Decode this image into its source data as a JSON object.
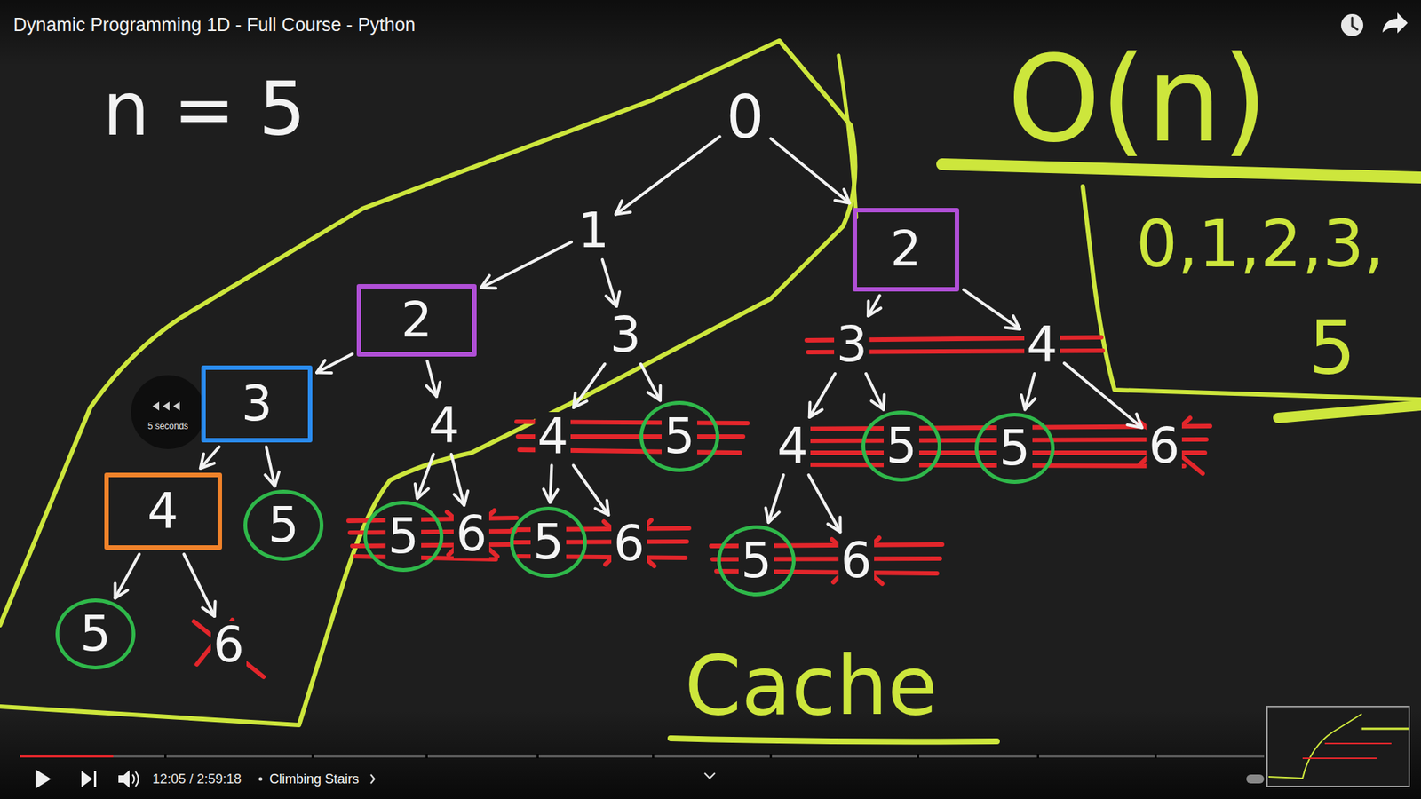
{
  "diagram": {
    "title": "Dynamic Programming 1D - Full Course - Python",
    "nodes": [
      {
        "text": [
          "0"
        ]
      },
      {
        "text": [
          "1"
        ]
      },
      {
        "text": [
          "2"
        ]
      },
      {
        "text": [
          "2"
        ]
      },
      {
        "text": [
          "3"
        ]
      },
      {
        "text": [
          "3"
        ]
      },
      {
        "text": [
          "4"
        ]
      },
      {
        "text": [
          "3"
        ]
      },
      {
        "text": [
          "4"
        ]
      },
      {
        "text": [
          "4"
        ]
      },
      {
        "text": [
          "5"
        ]
      },
      {
        "text": [
          "4"
        ]
      },
      {
        "text": [
          "5"
        ]
      },
      {
        "text": [
          "5"
        ]
      },
      {
        "text": [
          "6"
        ]
      },
      {
        "text": [
          "4"
        ]
      },
      {
        "text": [
          "5"
        ]
      },
      {
        "text": [
          "5"
        ]
      },
      {
        "text": [
          "6"
        ]
      },
      {
        "text": [
          "5"
        ]
      },
      {
        "text": [
          "6"
        ]
      },
      {
        "text": [
          "5"
        ]
      },
      {
        "text": [
          "6"
        ]
      },
      {
        "text": [
          "5"
        ]
      },
      {
        "text": [
          "6"
        ]
      }
    ],
    "edges": [
      {
        "from": 0,
        "to": 1,
        "arrow": "to"
      },
      {
        "from": 0,
        "to": 2,
        "arrow": "to"
      },
      {
        "from": 1,
        "to": 3,
        "arrow": "to"
      },
      {
        "from": 1,
        "to": 4,
        "arrow": "to"
      },
      {
        "from": 2,
        "to": 5,
        "arrow": "to"
      },
      {
        "from": 2,
        "to": 6,
        "arrow": "to"
      },
      {
        "from": 3,
        "to": 7,
        "arrow": "to"
      },
      {
        "from": 3,
        "to": 8,
        "arrow": "to"
      },
      {
        "from": 4,
        "to": 9,
        "arrow": "to"
      },
      {
        "from": 4,
        "to": 10,
        "arrow": "to"
      },
      {
        "from": 5,
        "to": 11,
        "arrow": "to"
      },
      {
        "from": 5,
        "to": 12,
        "arrow": "to"
      },
      {
        "from": 6,
        "to": 13,
        "arrow": "to"
      },
      {
        "from": 6,
        "to": 14,
        "arrow": "to"
      },
      {
        "from": 7,
        "to": 15,
        "arrow": "to"
      },
      {
        "from": 7,
        "to": 16,
        "arrow": "to"
      },
      {
        "from": 8,
        "to": 17,
        "arrow": "to"
      },
      {
        "from": 8,
        "to": 18,
        "arrow": "to"
      },
      {
        "from": 9,
        "to": 19,
        "arrow": "to"
      },
      {
        "from": 9,
        "to": 20,
        "arrow": "to"
      },
      {
        "from": 11,
        "to": 21,
        "arrow": "to"
      },
      {
        "from": 11,
        "to": 22,
        "arrow": "to"
      },
      {
        "from": 15,
        "to": 23,
        "arrow": "to"
      },
      {
        "from": 15,
        "to": 24,
        "arrow": "to"
      }
    ],
    "labels": [
      "n = 5",
      "O(n)",
      "0,1,2,3,",
      "5",
      "Cache",
      "5 seconds",
      "12:05 / 2:59:18",
      "Climbing Stairs"
    ]
  }
}
